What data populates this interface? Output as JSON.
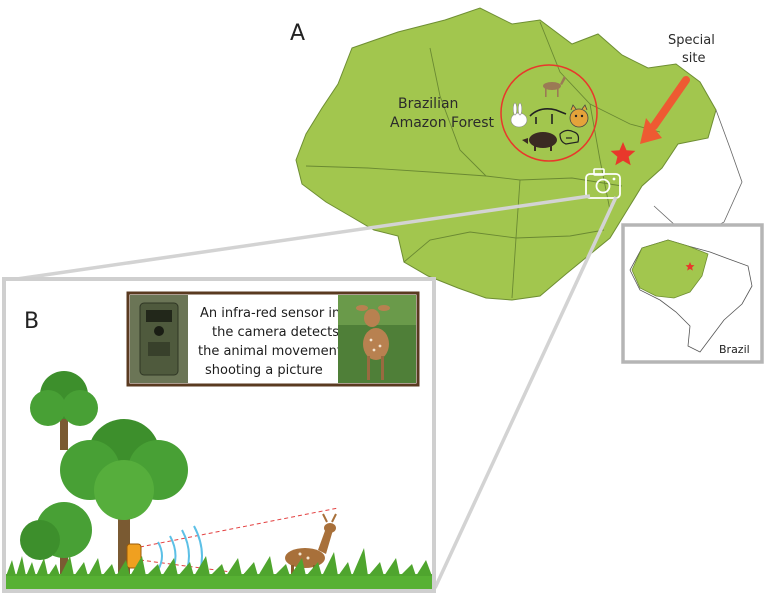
{
  "panels": {
    "a_letter": "A",
    "b_letter": "B"
  },
  "map": {
    "region_line1": "Brazilian",
    "region_line2": "Amazon Forest",
    "site_line1": "Special",
    "site_line2": "site",
    "inset_label": "Brazil"
  },
  "sensor_caption": {
    "line1": "An infra-red sensor in",
    "line2": "the camera detects",
    "line3": "the animal movement,",
    "line4": "shooting a picture"
  },
  "icons": {
    "marker": "star-icon",
    "camera": "camera-icon",
    "arrow": "arrow-icon",
    "animals": [
      "deer-icon",
      "rabbit-icon",
      "anteater-icon",
      "jaguar-icon",
      "peccary-icon",
      "tapir-icon"
    ]
  },
  "colors": {
    "forest_green": "#a2c64e",
    "border_gray": "#cfcfcf",
    "accent_red": "#e8382b",
    "arrow_orange": "#ee5a32"
  }
}
